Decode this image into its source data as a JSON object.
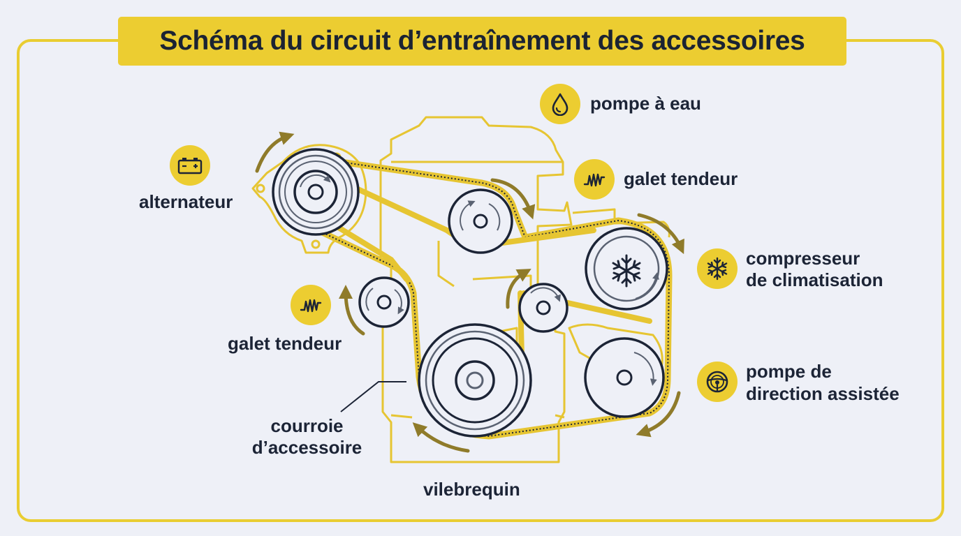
{
  "title": "Schéma du circuit d’entraînement des accessoires",
  "labels": {
    "water_pump": "pompe à eau",
    "tensioner_top": "galet tendeur",
    "alternator": "alternateur",
    "ac_compressor_line1": "compresseur",
    "ac_compressor_line2": "de climatisation",
    "tensioner_left": "galet tendeur",
    "power_steering_line1": "pompe de",
    "power_steering_line2": "direction assistée",
    "belt_line1": "courroie",
    "belt_line2": "d’accessoire",
    "crankshaft": "vilebrequin"
  },
  "icons": {
    "water_pump": "water-drop-icon",
    "tensioner_top": "spring-icon",
    "alternator": "battery-icon",
    "ac_compressor": "snowflake-icon",
    "tensioner_left": "spring-icon",
    "power_steering": "steering-wheel-icon"
  },
  "colors": {
    "accent_yellow": "#eccd31",
    "belt_yellow": "#e6c532",
    "outline_dark": "#1c2436",
    "arrow_olive": "#8f7b2a",
    "background": "#eef0f7"
  }
}
